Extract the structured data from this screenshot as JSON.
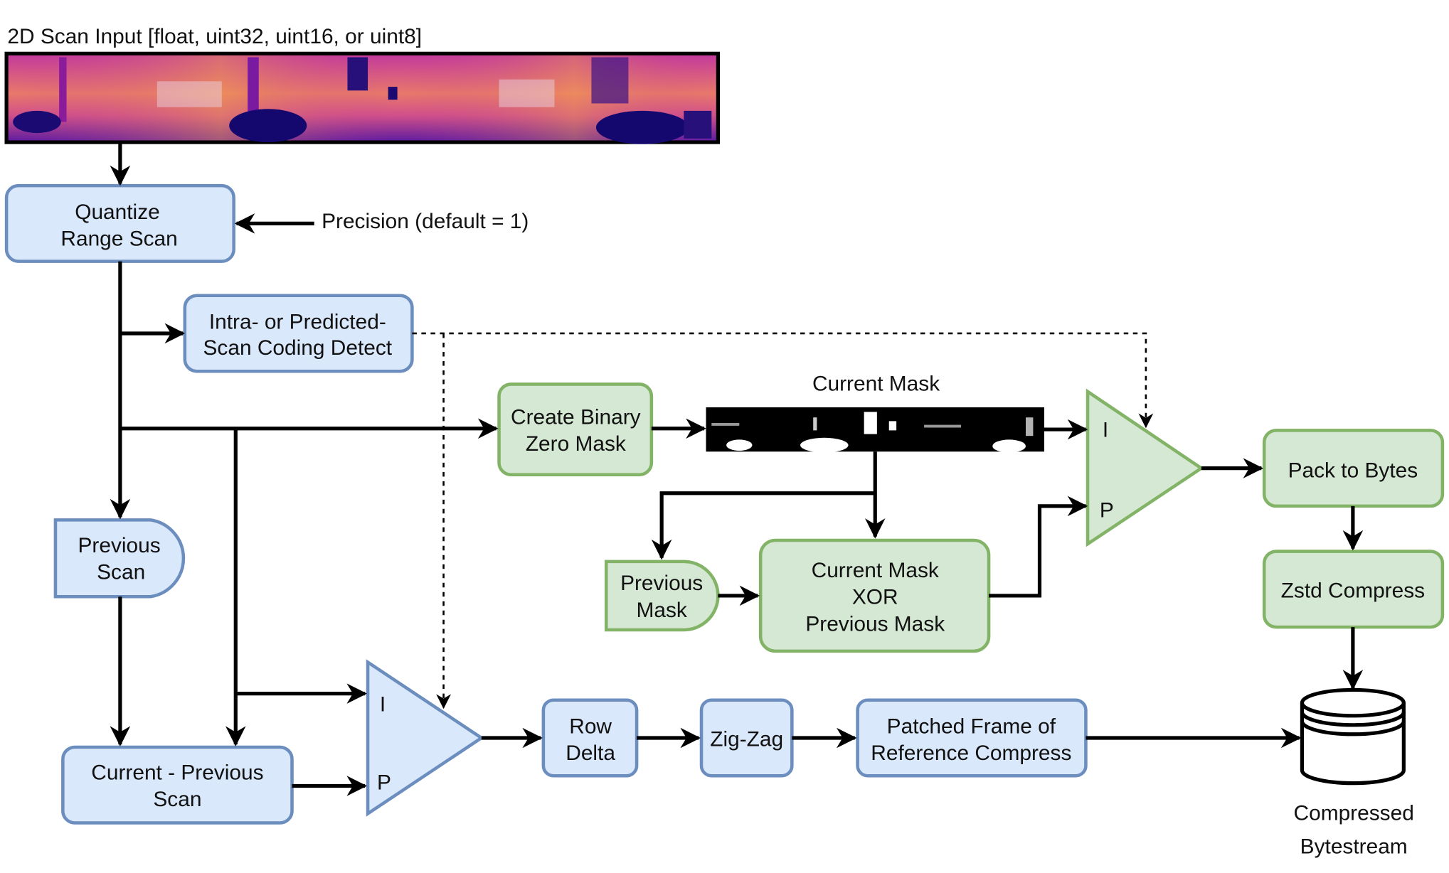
{
  "input": {
    "title": "2D Scan Input [float, uint32, uint16, or uint8]"
  },
  "quantize": {
    "line1": "Quantize",
    "line2": "Range Scan"
  },
  "precision": {
    "label": "Precision (default = 1)"
  },
  "detect": {
    "line1": "Intra- or  Predicted-",
    "line2": "Scan Coding Detect"
  },
  "create_mask": {
    "line1": "Create Binary",
    "line2": "Zero Mask"
  },
  "current_mask": {
    "label": "Current Mask"
  },
  "previous_scan": {
    "line1": "Previous",
    "line2": "Scan"
  },
  "previous_mask": {
    "line1": "Previous",
    "line2": "Mask"
  },
  "xor": {
    "line1": "Current  Mask",
    "line2": "XOR",
    "line3": "Previous Mask"
  },
  "mux_mask": {
    "i": "I",
    "p": "P"
  },
  "mux_scan": {
    "i": "I",
    "p": "P"
  },
  "pack": {
    "label": "Pack to Bytes"
  },
  "zstd": {
    "label": "Zstd Compress"
  },
  "diff": {
    "line1": "Current  - Previous",
    "line2": "Scan"
  },
  "row_delta": {
    "line1": "Row",
    "line2": "Delta"
  },
  "zigzag": {
    "label": "Zig-Zag"
  },
  "pfor": {
    "line1": "Patched Frame of",
    "line2": "Reference Compress"
  },
  "output": {
    "line1": "Compressed",
    "line2": "Bytestream"
  },
  "colors": {
    "blue_fill": "#dae8fc",
    "blue_stroke": "#6c8ebf",
    "green_fill": "#d5e8d4",
    "green_stroke": "#82b366"
  },
  "icons": {
    "range_image": "plasma-colormap-range-image",
    "mask_image": "binary-mask-image",
    "storage": "database-cylinder-icon"
  }
}
